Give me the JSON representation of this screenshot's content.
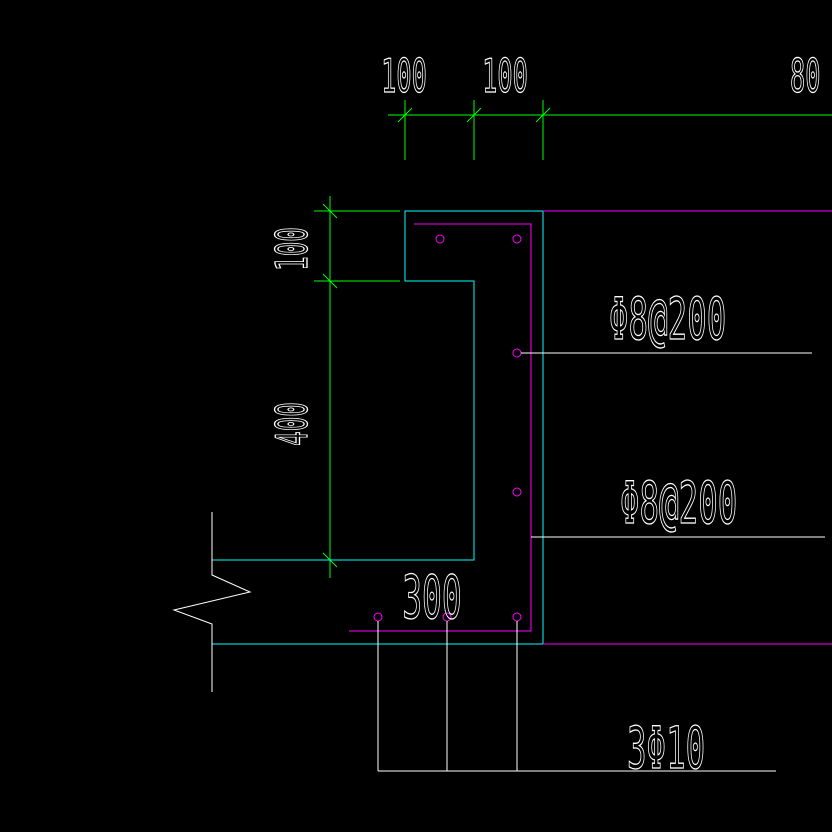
{
  "colors": {
    "background": "#000000",
    "dimension": "#00ff00",
    "outline": "#00ffff",
    "rebar": "#ff00ff",
    "leader": "#ffffff"
  },
  "dimensions": {
    "top_1": "100",
    "top_2": "100",
    "top_3": "80",
    "left_1": "100",
    "left_2": "400",
    "bottom": "300"
  },
  "labels": {
    "stirrup_1": "Φ8@200",
    "stirrup_2": "Φ8@200",
    "bottom_bars": "3Φ10"
  }
}
